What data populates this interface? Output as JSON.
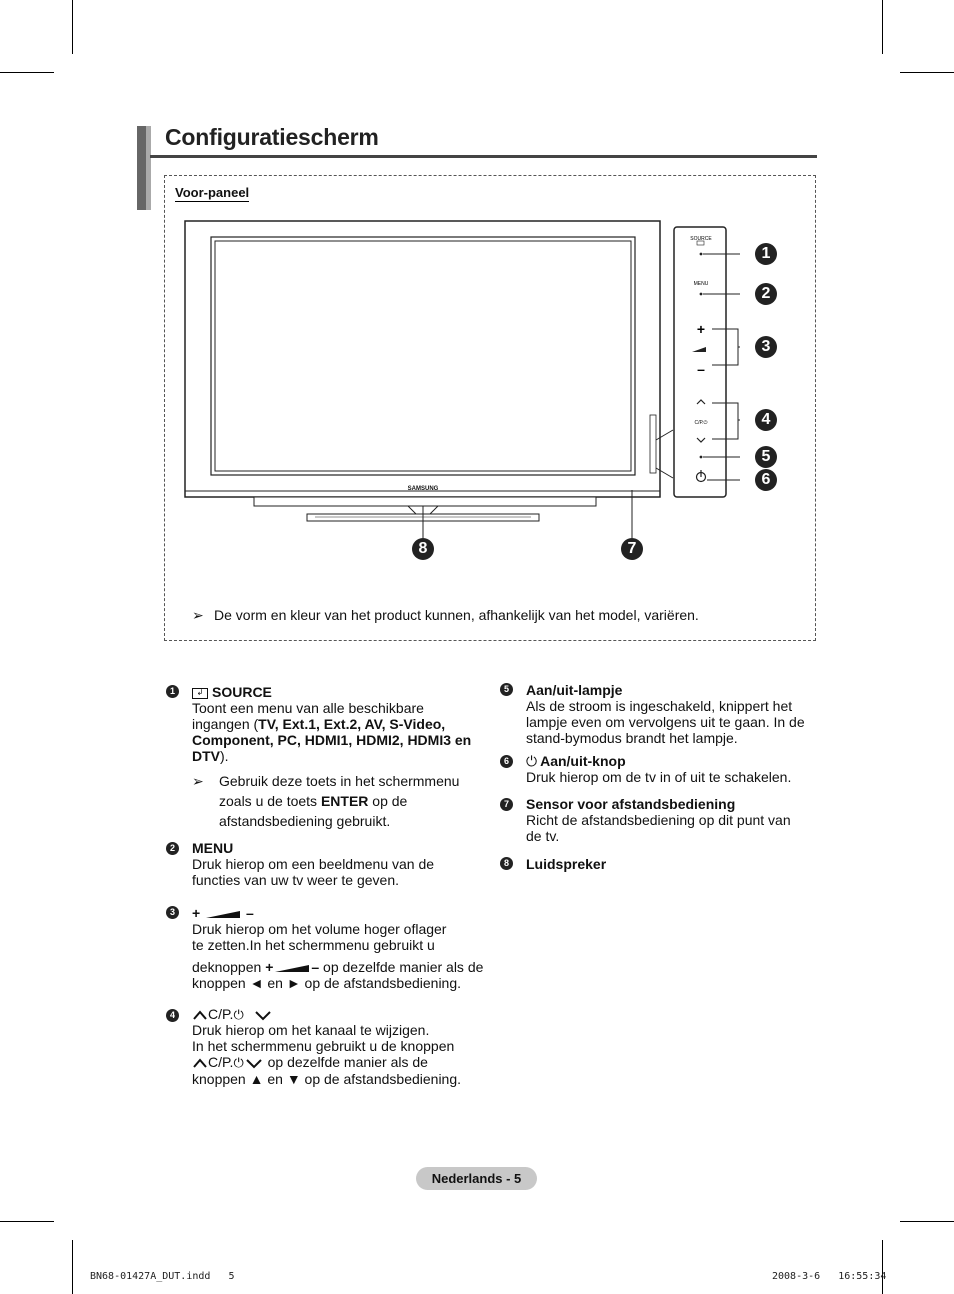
{
  "header": {
    "title": "Configuratiescherm"
  },
  "panel": {
    "label": "Voor-paneel",
    "note": "De vorm en kleur van het product kunnen, afhankelijk van het model, variëren.",
    "tv_brand": "SAMSUNG",
    "strip": {
      "source_label": "SOURCE",
      "menu_label": "MENU",
      "ch_label": "C/P.⏻"
    },
    "callouts": [
      "1",
      "2",
      "3",
      "4",
      "5",
      "6",
      "7",
      "8"
    ]
  },
  "items": {
    "i1": {
      "num": "1",
      "title": "SOURCE",
      "l1": "Toont een menu van alle beschikbare",
      "l2a": "ingangen (",
      "l2b": "TV, Ext.1, Ext.2, AV, S-Video,",
      "l3": "Component, PC, HDMI1, HDMI2, HDMI3 en",
      "l4b": "DTV",
      "l4a": ").",
      "sub1": "Gebruik deze toets in het schermmenu",
      "sub2a": "zoals u de toets ",
      "sub2b": "ENTER",
      "sub2c": " op de",
      "sub3": "afstandsbediening gebruikt."
    },
    "i2": {
      "num": "2",
      "title": "MENU",
      "l1": "Druk hierop om een beeldmenu van de",
      "l2": "functies van uw tv weer te geven."
    },
    "i3": {
      "num": "3",
      "plus": "+",
      "minus": "–",
      "l1": "Druk hierop om het volume hoger oflager",
      "l2": "te zetten.In het schermmenu gebruikt u",
      "l3a": "deknoppen ",
      "l3b": " op dezelfde manier als de",
      "l4": "knoppen ◄ en ► op de afstandsbediening."
    },
    "i4": {
      "num": "4",
      "chlabel": "C/P.",
      "l1": "Druk hierop om het kanaal te wijzigen.",
      "l2": "In het schermmenu gebruikt u de knoppen",
      "l3": " op dezelfde manier als de",
      "l4": "knoppen ▲ en ▼ op de afstandsbediening."
    },
    "i5": {
      "num": "5",
      "title": "Aan/uit-lampje",
      "l1": "Als de stroom is ingeschakeld, knippert het",
      "l2": "lampje even om vervolgens uit te gaan. In de",
      "l3": "stand-bymodus brandt het lampje."
    },
    "i6": {
      "num": "6",
      "title": "Aan/uit-knop",
      "l1": "Druk hierop om de tv in of uit te schakelen."
    },
    "i7": {
      "num": "7",
      "title": "Sensor voor afstandsbediening",
      "l1": "Richt de afstandsbediening op dit punt van",
      "l2": "de tv."
    },
    "i8": {
      "num": "8",
      "title": "Luidspreker"
    }
  },
  "footer": {
    "page": "Nederlands - 5",
    "slug_left": "BN68-01427A_DUT.indd   5",
    "slug_right": "2008-3-6   16:55:34"
  }
}
